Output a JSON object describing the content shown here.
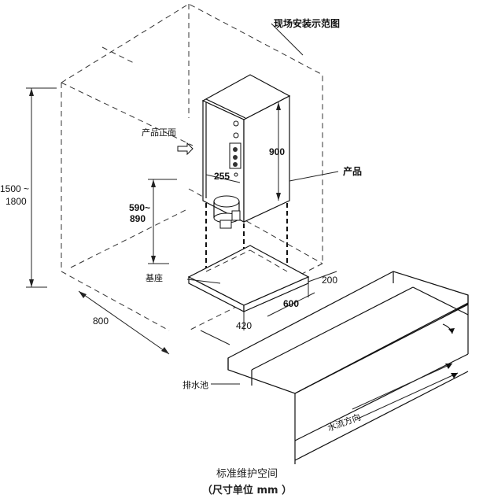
{
  "labels": {
    "title": "现场安装示范图",
    "front": "产品正面",
    "product": "产品",
    "base": "基座",
    "drain": "排水池",
    "flow": "水流方向",
    "caption_line1": "标准维护空间",
    "caption_line2": "（尺寸单位 mm ）"
  },
  "dimensions": {
    "height_range_line1": "1500 ~",
    "height_range_line2": "1800",
    "mount_range_line1": "590~",
    "mount_range_line2": "890",
    "product_height": "900",
    "product_width": "255",
    "room_depth": "800",
    "base_width": "600",
    "base_depth": "420",
    "side_clearance": "200"
  }
}
